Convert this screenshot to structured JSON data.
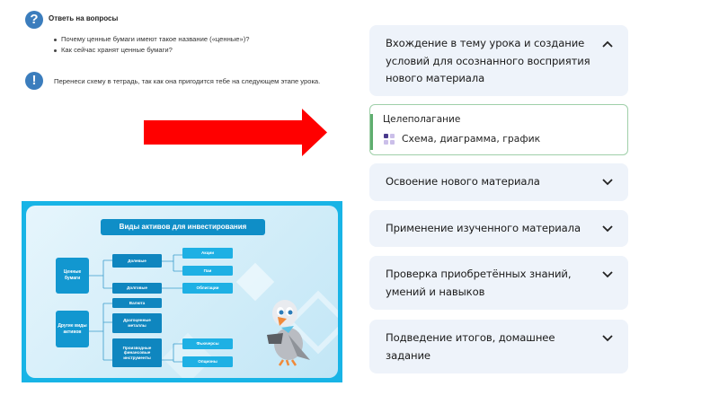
{
  "questions": {
    "icon": "question-icon",
    "icon_glyph": "?",
    "title": "Ответь на вопросы",
    "items": [
      "Почему ценные бумаги имеют такое название («ценные»)?",
      "Как сейчас хранят ценные бумаги?"
    ]
  },
  "note": {
    "icon": "exclamation-icon",
    "icon_glyph": "!",
    "text": "Перенеси схему в тетрадь, так как она пригодится тебе на следующем этапе урока."
  },
  "arrow": {
    "icon": "red-arrow-right-icon",
    "color": "#ff0000"
  },
  "infographic": {
    "title": "Виды активов для инвестирования",
    "groups": [
      {
        "label": "Ценные бумаги",
        "children": [
          {
            "label": "Долевые",
            "children": [
              "Акции",
              "Паи"
            ]
          },
          {
            "label": "Долговые",
            "children": [
              "Облигации"
            ]
          }
        ]
      },
      {
        "label": "Другие виды активов",
        "children": [
          {
            "label": "Валюта",
            "children": []
          },
          {
            "label": "Драгоценные металлы",
            "children": []
          },
          {
            "label": "Производные финансовые инструменты",
            "children": [
              "Фьючерсы",
              "Опционы"
            ]
          }
        ]
      }
    ],
    "colors": {
      "border": "#18b4e6",
      "box_dark": "#0f86bf",
      "box_light": "#1eb0e4"
    }
  },
  "accordion": {
    "sections": [
      {
        "title": "Вхождение в тему урока и создание условий для осознанного восприятия нового материала",
        "lines": [
          "Вхождение в тему урока и создание",
          "условий для осознанного восприятия",
          "нового материала"
        ],
        "expanded": true
      },
      {
        "title": "Освоение нового материала",
        "lines": [
          "Освоение нового материала"
        ],
        "expanded": false
      },
      {
        "title": "Применение изученного материала",
        "lines": [
          "Применение изученного материала"
        ],
        "expanded": false
      },
      {
        "title": "Проверка приобретённых знаний, умений и навыков",
        "lines": [
          "Проверка приобретённых знаний,",
          "умений и навыков"
        ],
        "expanded": false
      },
      {
        "title": "Подведение итогов, домашнее задание",
        "lines": [
          "Подведение итогов, домашнее",
          "задание"
        ],
        "expanded": false
      }
    ],
    "expanded_content": {
      "label": "Целеполагание",
      "item": "Схема, диаграмма, график",
      "item_icon": "grid-icon",
      "accent_color": "#5fae6f"
    }
  }
}
